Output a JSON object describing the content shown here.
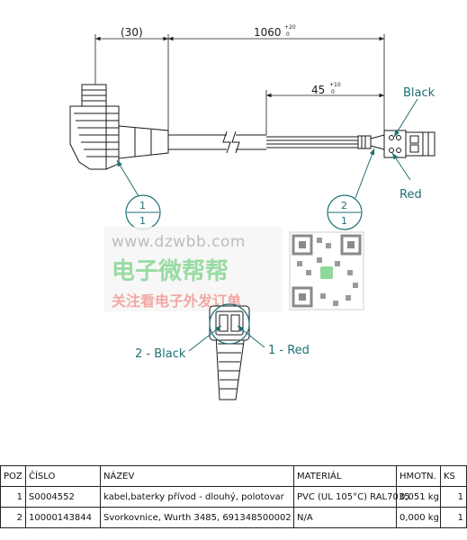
{
  "dimensions": {
    "offset": "(30)",
    "length": "1060",
    "length_tol_upper": "+20",
    "length_tol_lower": "0",
    "strip": "45",
    "strip_tol_upper": "+10",
    "strip_tol_lower": "0"
  },
  "wire_labels": {
    "black": "Black",
    "red": "Red",
    "end_black": "2 - Black",
    "end_red": "1 - Red"
  },
  "balloons": [
    {
      "top": "1",
      "bottom": "1"
    },
    {
      "top": "2",
      "bottom": "1"
    }
  ],
  "watermark": {
    "url": "www.dzwbb.com",
    "line1": "电子微帮帮",
    "line2": "关注看电子外发订单"
  },
  "bom": {
    "headers": [
      "POZ",
      "ČÍSLO",
      "NÁZEV",
      "MATERIÁL",
      "HMOTN.",
      "KS"
    ],
    "rows": [
      [
        "1",
        "S0004552",
        "kabel,baterky přívod - dlouhý, polotovar",
        "PVC (UL 105°C) RAL7035",
        "0,051 kg",
        "1"
      ],
      [
        "2",
        "10000143844",
        "Svorkovnice, Wurth 3485, 691348500002",
        "N/A",
        "0,000 kg",
        "1"
      ]
    ]
  },
  "colors": {
    "line": "#1a1a1a",
    "annotation": "#1f6f73",
    "watermark_green": "#8fd89a",
    "watermark_red": "#f2a09a"
  }
}
